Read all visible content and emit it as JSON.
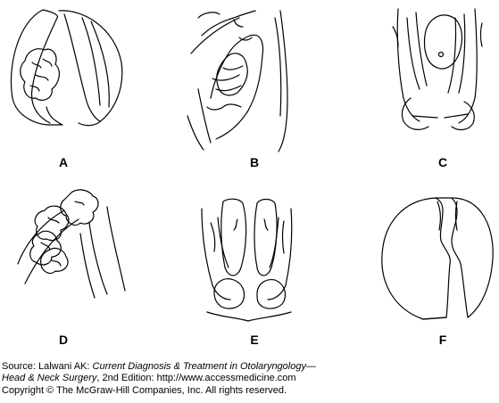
{
  "panels": [
    {
      "label": "A"
    },
    {
      "label": "B"
    },
    {
      "label": "C"
    },
    {
      "label": "D"
    },
    {
      "label": "E"
    },
    {
      "label": "F"
    }
  ],
  "caption": {
    "source_prefix": "Source: Lalwani AK: ",
    "book_title_line1": "Current Diagnosis & Treatment in Otolaryngology—",
    "book_title_line2": "Head & Neck Surgery",
    "edition_suffix": ", 2nd Edition: http://www.accessmedicine.com",
    "copyright": "Copyright © The McGraw-Hill Companies, Inc. All rights reserved."
  },
  "colors": {
    "line": "#000000",
    "background": "#ffffff"
  }
}
